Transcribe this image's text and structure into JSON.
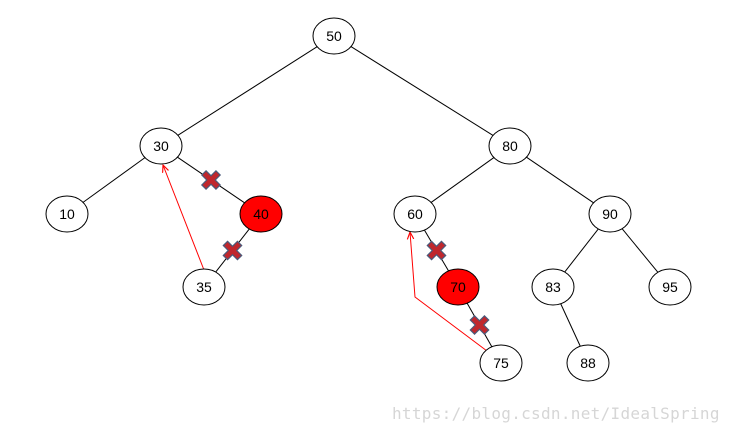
{
  "diagram": {
    "nodes": [
      {
        "id": "n50",
        "label": "50",
        "highlight": false
      },
      {
        "id": "n30",
        "label": "30",
        "highlight": false
      },
      {
        "id": "n80",
        "label": "80",
        "highlight": false
      },
      {
        "id": "n10",
        "label": "10",
        "highlight": false
      },
      {
        "id": "n40",
        "label": "40",
        "highlight": true
      },
      {
        "id": "n35",
        "label": "35",
        "highlight": false
      },
      {
        "id": "n60",
        "label": "60",
        "highlight": false
      },
      {
        "id": "n90",
        "label": "90",
        "highlight": false
      },
      {
        "id": "n70",
        "label": "70",
        "highlight": true
      },
      {
        "id": "n75",
        "label": "75",
        "highlight": false
      },
      {
        "id": "n83",
        "label": "83",
        "highlight": false
      },
      {
        "id": "n95",
        "label": "95",
        "highlight": false
      },
      {
        "id": "n88",
        "label": "88",
        "highlight": false
      }
    ],
    "edges": [
      {
        "from": "n50",
        "to": "n30",
        "removed": false
      },
      {
        "from": "n50",
        "to": "n80",
        "removed": false
      },
      {
        "from": "n30",
        "to": "n10",
        "removed": false
      },
      {
        "from": "n30",
        "to": "n40",
        "removed": true
      },
      {
        "from": "n40",
        "to": "n35",
        "removed": true
      },
      {
        "from": "n80",
        "to": "n60",
        "removed": false
      },
      {
        "from": "n80",
        "to": "n90",
        "removed": false
      },
      {
        "from": "n60",
        "to": "n70",
        "removed": true
      },
      {
        "from": "n70",
        "to": "n75",
        "removed": true
      },
      {
        "from": "n90",
        "to": "n83",
        "removed": false
      },
      {
        "from": "n90",
        "to": "n95",
        "removed": false
      },
      {
        "from": "n83",
        "to": "n88",
        "removed": false
      }
    ],
    "relinks": [
      {
        "from": "n35",
        "to": "n30"
      },
      {
        "from": "n75",
        "to": "n60"
      }
    ],
    "colors": {
      "highlight_fill": "#ff0000",
      "node_fill": "#ffffff",
      "node_stroke": "#000000",
      "edge": "#000000",
      "relink": "#ff0000",
      "cross_fill": "#c0272d",
      "cross_outline": "#4a5a7a"
    }
  },
  "watermark": "https://blog.csdn.net/IdealSpring"
}
